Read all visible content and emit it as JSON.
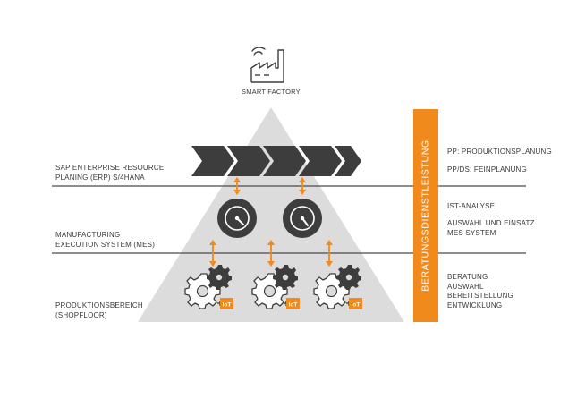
{
  "factory": {
    "label": "SMART FACTORY",
    "icon": "factory-icon"
  },
  "layers": {
    "erp": {
      "lines": [
        "SAP ENTERPRISE RESOURCE",
        "PLANING (ERP) S/4HANA"
      ]
    },
    "mes": {
      "lines": [
        "MANUFACTURING",
        "EXECUTION SYSTEM (MES)"
      ]
    },
    "shopfloor": {
      "lines": [
        "PRODUKTIONSBEREICH",
        "(SHOPFLOOR)"
      ]
    }
  },
  "right_labels": {
    "pp": "PP: PRODUKTIONSPLANUNG",
    "ppds": "PP/DS: FEINPLANUNG",
    "ist": "IST-ANALYSE",
    "auswahl": [
      "AUSWAHL UND EINSATZ",
      "MES SYSTEM"
    ],
    "beratung": [
      "BERATUNG",
      "AUSWAHL",
      "BEREITSTELLUNG",
      "ENTWICKLUNG"
    ]
  },
  "vertical_band": {
    "label": "BERATUNGSDIENSTLEISTUNG"
  },
  "iot_badge": "IoT",
  "colors": {
    "accent": "#f08a1c",
    "pyramid": "#dcdcdc",
    "dark": "#3d3d3d",
    "line": "#4a4a4a"
  },
  "icons": [
    "factory-icon",
    "chevron-icon",
    "gauge-icon",
    "gear-icon",
    "iot-badge",
    "double-arrow-icon"
  ]
}
